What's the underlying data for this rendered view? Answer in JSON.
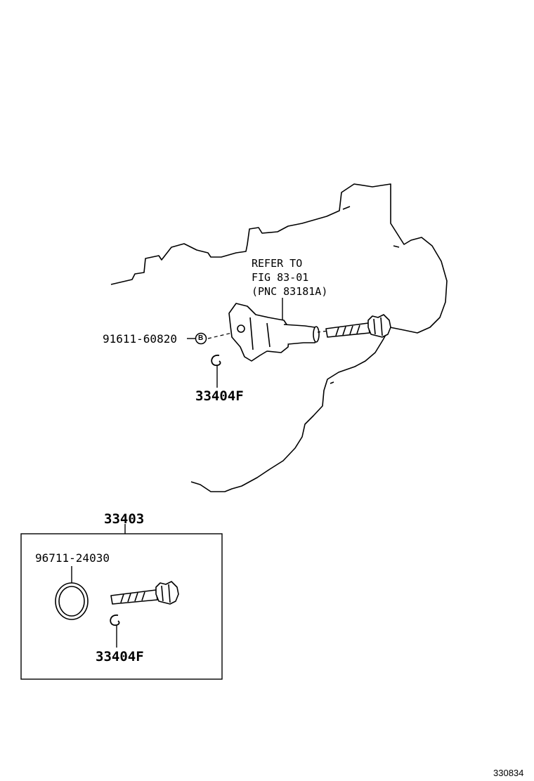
{
  "labels": {
    "refer_note_line1": "REFER TO",
    "refer_note_line2": "FIG 83-01",
    "refer_note_line3": "(PNC 83181A)",
    "bolt_part": "91611-60820",
    "bolt_marker": "B",
    "clip_part_upper": "33404F",
    "kit_part": "33403",
    "oring_part": "96711-24030",
    "clip_part_lower": "33404F",
    "figure_number": "330834"
  },
  "colors": {
    "line": "#000000",
    "background": "#ffffff"
  }
}
